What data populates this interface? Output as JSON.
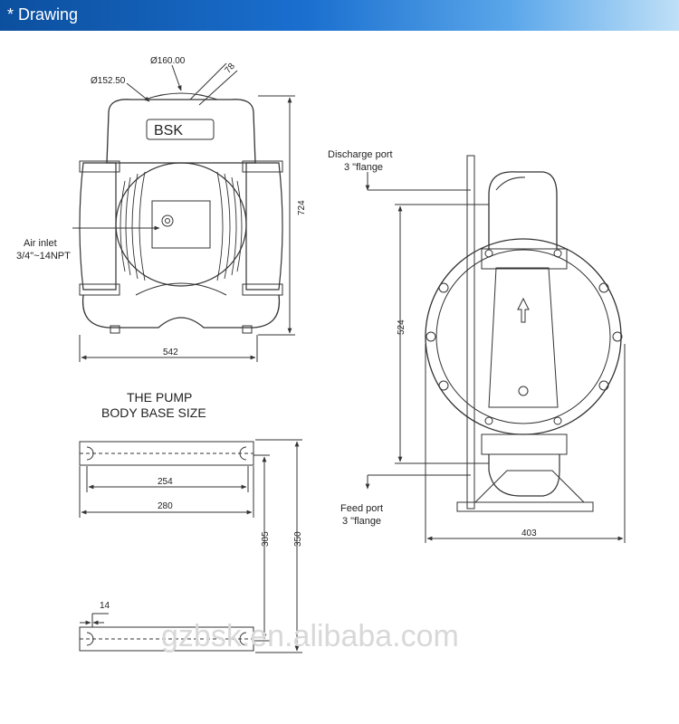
{
  "header": {
    "title": "* Drawing"
  },
  "front_view": {
    "dia_top": "Ø160.00",
    "dia_inner": "Ø152.50",
    "angle": "78",
    "brand": "BSK",
    "air_inlet_line1": "Air inlet",
    "air_inlet_line2": "3/4\"~14NPT",
    "height": "724",
    "width": "542"
  },
  "side_view": {
    "discharge_line1": "Discharge port",
    "discharge_line2": "3 \"flange",
    "feed_line1": "Feed port",
    "feed_line2": "3 \"flange",
    "height": "524",
    "width": "403"
  },
  "base": {
    "title_line1": "THE PUMP",
    "title_line2": "BODY BASE SIZE",
    "inner_width": "254",
    "outer_width": "280",
    "inner_height": "305",
    "outer_height": "350",
    "thickness": "14"
  },
  "watermark": "gzbsk.en.alibaba.com"
}
